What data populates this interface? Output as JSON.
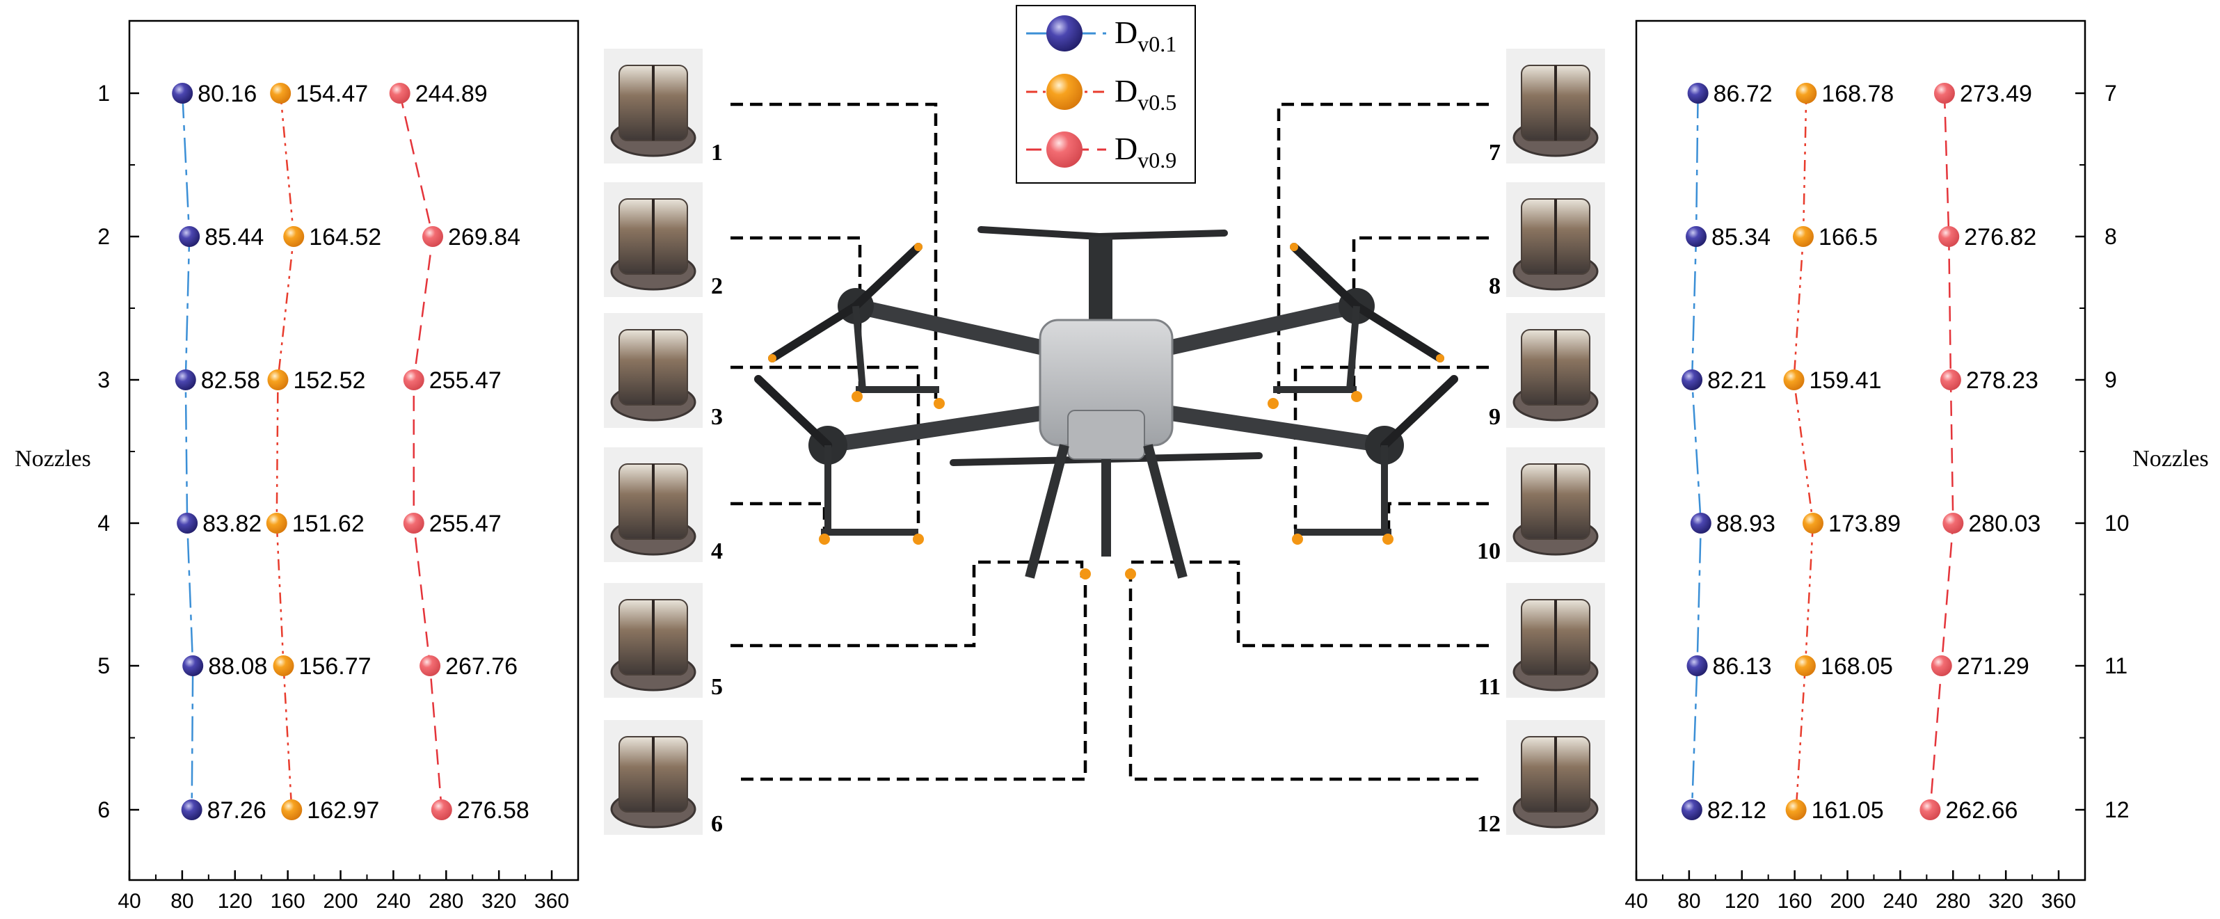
{
  "legend": {
    "entries": [
      {
        "label_main": "D",
        "label_sub": "v0.1",
        "color": "#34318e",
        "dash": "36 10 8 10"
      },
      {
        "label_main": "D",
        "label_sub": "v0.5",
        "color": "#f39613",
        "dash": "16 8 4 8 4 8"
      },
      {
        "label_main": "D",
        "label_sub": "v0.9",
        "color": "#f06a6f",
        "dash": "22 12"
      }
    ]
  },
  "line_colors": {
    "dv01": "#3b8fd6",
    "dv05": "#e83c2d",
    "dv09": "#e4343a"
  },
  "chart_data": [
    {
      "type": "scatter",
      "title": "",
      "xlabel": "",
      "ylabel": "Nozzles",
      "xlim": [
        40,
        380
      ],
      "xticks": [
        "40",
        "80",
        "120",
        "160",
        "200",
        "240",
        "280",
        "320",
        "360"
      ],
      "y_categories": [
        "1",
        "2",
        "3",
        "4",
        "5",
        "6"
      ],
      "series": [
        {
          "name": "Dv0.1",
          "values": [
            80.16,
            85.44,
            82.58,
            83.82,
            88.08,
            87.26
          ],
          "labels": [
            "80.16",
            "85.44",
            "82.58",
            "83.82",
            "88.08",
            "87.26"
          ]
        },
        {
          "name": "Dv0.5",
          "values": [
            154.47,
            164.52,
            152.52,
            151.62,
            156.77,
            162.97
          ],
          "labels": [
            "154.47",
            "164.52",
            "152.52",
            "151.62",
            "156.77",
            "162.97"
          ]
        },
        {
          "name": "Dv0.9",
          "values": [
            244.89,
            269.84,
            255.47,
            255.47,
            267.76,
            276.58
          ],
          "labels": [
            "244.89",
            "269.84",
            "255.47",
            "255.47",
            "267.76",
            "276.58"
          ]
        }
      ]
    },
    {
      "type": "scatter",
      "title": "",
      "xlabel": "",
      "ylabel": "Nozzles",
      "xlim": [
        40,
        380
      ],
      "xticks": [
        "40",
        "80",
        "120",
        "160",
        "200",
        "240",
        "280",
        "320",
        "360"
      ],
      "y_categories": [
        "7",
        "8",
        "9",
        "10",
        "11",
        "12"
      ],
      "series": [
        {
          "name": "Dv0.1",
          "values": [
            86.72,
            85.34,
            82.21,
            88.93,
            86.13,
            82.12
          ],
          "labels": [
            "86.72",
            "85.34",
            "82.21",
            "88.93",
            "86.13",
            "82.12"
          ]
        },
        {
          "name": "Dv0.5",
          "values": [
            168.78,
            166.5,
            159.41,
            173.89,
            168.05,
            161.05
          ],
          "labels": [
            "168.78",
            "166.5",
            "159.41",
            "173.89",
            "168.05",
            "161.05"
          ]
        },
        {
          "name": "Dv0.9",
          "values": [
            273.49,
            276.82,
            278.23,
            280.03,
            271.29,
            262.66
          ],
          "labels": [
            "273.49",
            "276.82",
            "278.23",
            "280.03",
            "271.29",
            "262.66"
          ]
        }
      ]
    }
  ],
  "nozzle_labels_left": [
    "1",
    "2",
    "3",
    "4",
    "5",
    "6"
  ],
  "nozzle_labels_right": [
    "7",
    "8",
    "9",
    "10",
    "11",
    "12"
  ]
}
